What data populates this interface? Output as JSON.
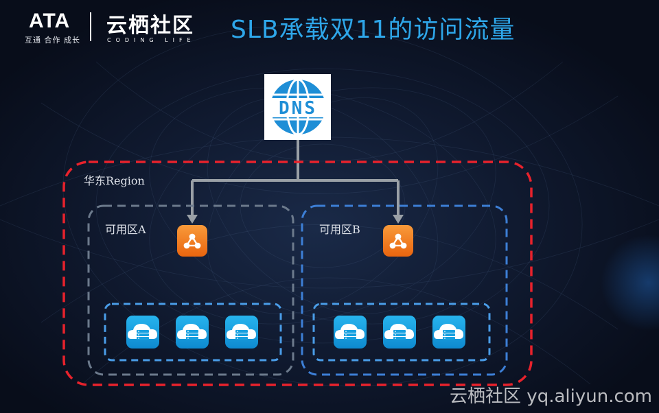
{
  "header": {
    "brand": "ATA",
    "brand_tagline": "互通 合作 成长",
    "community_name": "云栖社区",
    "community_tagline": "CODING LIFE",
    "title": "SLB承载双11的访问流量"
  },
  "diagram": {
    "dns_label": "DNS",
    "region_label": "华东Region",
    "zones": [
      {
        "label": "可用区A",
        "balancer_icon": "slb-share-icon",
        "servers": [
          "cloud-server-icon",
          "cloud-server-icon",
          "cloud-server-icon"
        ]
      },
      {
        "label": "可用区B",
        "balancer_icon": "slb-share-icon",
        "servers": [
          "cloud-server-icon",
          "cloud-server-icon",
          "cloud-server-icon"
        ]
      }
    ],
    "colors": {
      "region_border": "#e8222c",
      "zone_a_border": "#6c7a8c",
      "zone_b_border": "#3d7fd6",
      "server_group_border": "#4a9de8",
      "connector": "#9aa0a6",
      "balancer_fill": "#f07d1a",
      "server_fill": "#16a0e0",
      "dns_fill": "#1e8ed6",
      "title": "#2ea6e9"
    }
  },
  "watermark": "云栖社区 yq.aliyun.com"
}
